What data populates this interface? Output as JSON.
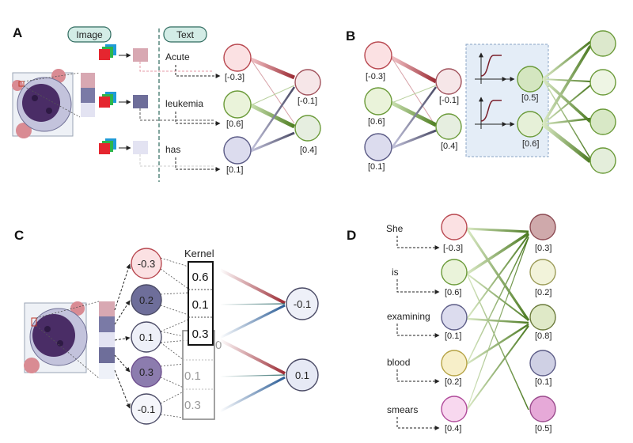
{
  "panel_a": {
    "label": "A",
    "image_tag": "Image",
    "text_tag": "Text",
    "words": [
      "Acute",
      "leukemia",
      "has"
    ],
    "input_values": [
      "[-0.3]",
      "[0.6]",
      "[0.1]"
    ],
    "output_values": [
      "[-0.1]",
      "[0.4]"
    ]
  },
  "panel_b": {
    "label": "B",
    "input_values": [
      "[-0.3]",
      "[0.6]",
      "[0.1]"
    ],
    "hidden_values": [
      "[-0.1]",
      "[0.4]"
    ],
    "activated_values": [
      "[0.5]",
      "[0.6]"
    ]
  },
  "panel_c": {
    "label": "C",
    "kernel_title": "Kernel",
    "input_values": [
      "-0.3",
      "0.2",
      "0.1",
      "0.3",
      "-0.1"
    ],
    "kernel_values": [
      "0.6",
      "0.1",
      "0.3"
    ],
    "faint_kernel_values": [
      "0.1",
      "0.3"
    ],
    "faint_kernel_partial": "0",
    "output_values": [
      "-0.1",
      "0.1"
    ]
  },
  "panel_d": {
    "label": "D",
    "words": [
      "She",
      "is",
      "examining",
      "blood",
      "smears"
    ],
    "input_values": [
      "[-0.3]",
      "[0.6]",
      "[0.1]",
      "[0.2]",
      "[0.4]"
    ],
    "output_values": [
      "[0.3]",
      "[0.2]",
      "[0.8]",
      "[0.1]",
      "[0.5]"
    ]
  },
  "colors": {
    "red_node_fill": "#fbe1e3",
    "red_node_stroke": "#b8474f",
    "green_node_fill": "#eaf3da",
    "green_node_stroke": "#6a9a38",
    "lavender_node_fill": "#dcdcee",
    "lavender_node_stroke": "#5b5b86",
    "dark_red_edge": "#a8323a",
    "green_edge": "#5a8a2e",
    "slate_edge": "#565670",
    "blue_edge": "#2a5c96"
  }
}
